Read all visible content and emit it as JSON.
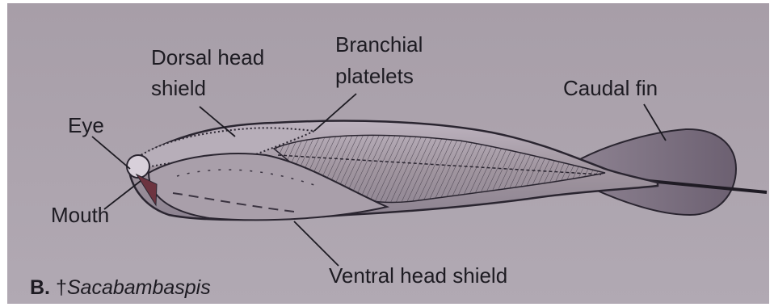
{
  "figure": {
    "labels": {
      "dorsal_head_shield_line1": "Dorsal head",
      "dorsal_head_shield_line2": "shield",
      "branchial_platelets_line1": "Branchial",
      "branchial_platelets_line2": "platelets",
      "caudal_fin": "Caudal fin",
      "eye": "Eye",
      "mouth": "Mouth",
      "ventral_head_shield": "Ventral head shield"
    },
    "caption": {
      "letter": "B.",
      "dagger": "†",
      "name": "Sacabambaspis"
    },
    "colors": {
      "background": "#aba2ac",
      "outline": "#2a2530",
      "body_fill": "#9a8f9c",
      "fin_fill": "#776b78",
      "mouth_fill": "#6d3440",
      "text": "#1d1b22"
    }
  }
}
